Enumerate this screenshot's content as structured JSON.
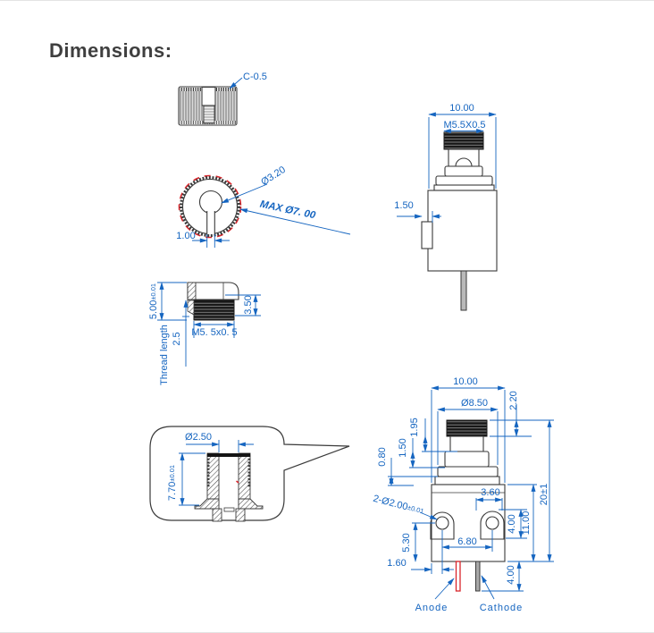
{
  "title": "Dimensions:",
  "colors": {
    "dim_blue": "#1565c0",
    "line_dark": "#3a3a3a",
    "accent_red": "#d9262c"
  },
  "views": {
    "knurled_cap": {
      "chamfer_label": "C-0.5"
    },
    "front_circle": {
      "aperture_dia": "Ø3.20",
      "max_outer_dia": "MAX Ø7. 00",
      "slot_width": "1.00"
    },
    "cap_section": {
      "overall_height": {
        "value": "5.00",
        "tol": "±0.01"
      },
      "bore_depth": "3.50",
      "thread_spec": "M5. 5x0. 5",
      "thread_length_caption": "Thread length",
      "thread_length_value": "2.5"
    },
    "side_view": {
      "body_width": "10.00",
      "thread_spec": "M5.5X0.5",
      "tab_offset": "1.50"
    },
    "detail_callout": {
      "bore_dia": "Ø2.50",
      "depth": {
        "value": "7.70",
        "tol": "±0.01"
      }
    },
    "main_view": {
      "body_width": "10.00",
      "flange_dia": "Ø8.50",
      "thread_length": "2.20",
      "dim_195": "1.95",
      "dim_150": "1.50",
      "dim_080": "0.80",
      "hole_offset": "3.60",
      "holes_spec": {
        "value": "2-Ø2.00",
        "tol": "±0.01"
      },
      "hole_height": "4.00",
      "body_height": "11.00",
      "overall_height": "20±1",
      "dim_530": "5.30",
      "hole_spacing": "6.80",
      "dim_160": "1.60",
      "pin_length": "4.00",
      "anode_label": "Anode",
      "cathode_label": "Cathode"
    }
  }
}
